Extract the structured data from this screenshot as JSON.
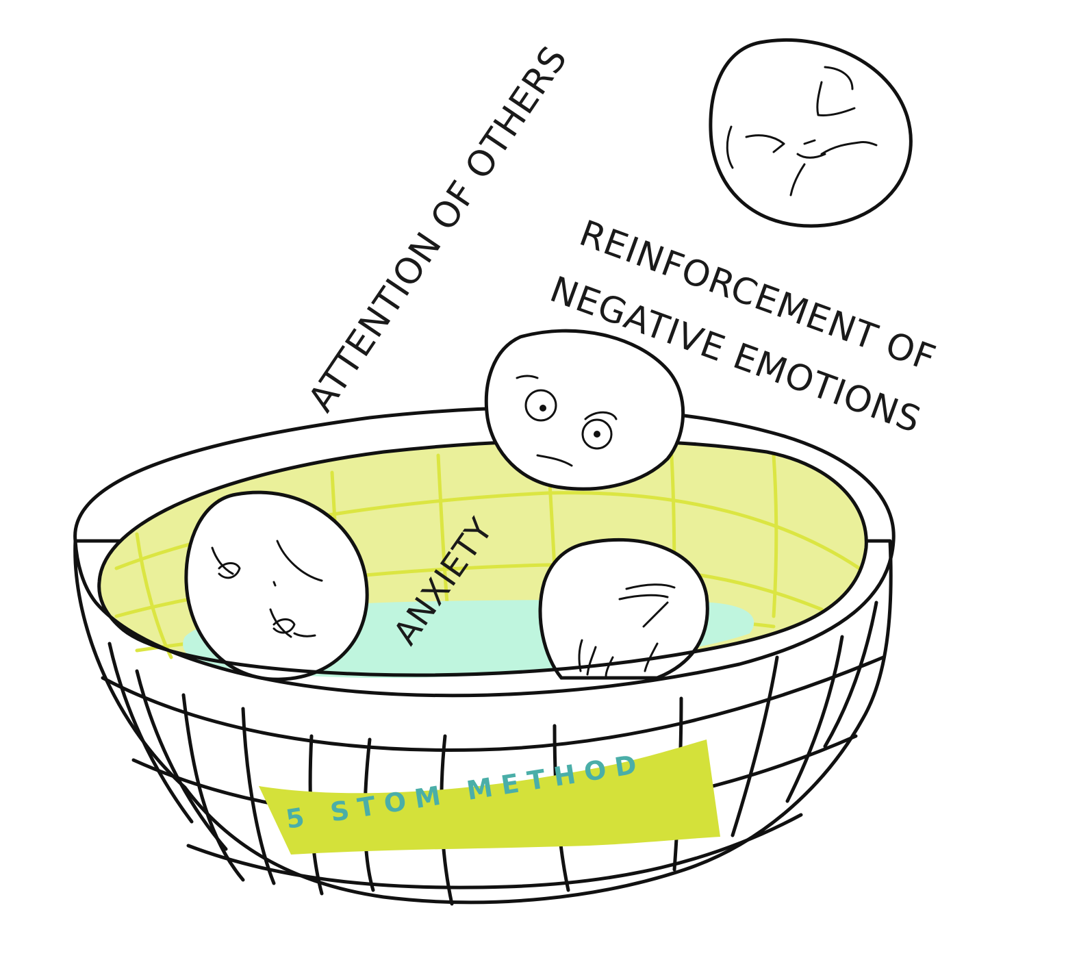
{
  "labels": {
    "attention_of_others": "ATTENTION OF  OTHERS",
    "reinforcement_line1": "REINFORCEMENT OF",
    "reinforcement_line2": "NEGATIVE EMOTIONS",
    "anxiety": "ANXIETY"
  },
  "banner": {
    "text": "5 STOM METHOD"
  },
  "colors": {
    "basket_body": "#f5a98a",
    "basket_rim": "#dc6794",
    "basket_inside": "#eaf09a",
    "inside_grid": "#dbe542",
    "water": "#bff5de",
    "banner_fill": "#d4e13a",
    "banner_text": "#4aaea8",
    "ink": "#111111"
  },
  "faces": [
    {
      "expression": "angry-face"
    },
    {
      "expression": "worried-face"
    },
    {
      "expression": "sleepy-face"
    },
    {
      "expression": "sad-face"
    }
  ]
}
